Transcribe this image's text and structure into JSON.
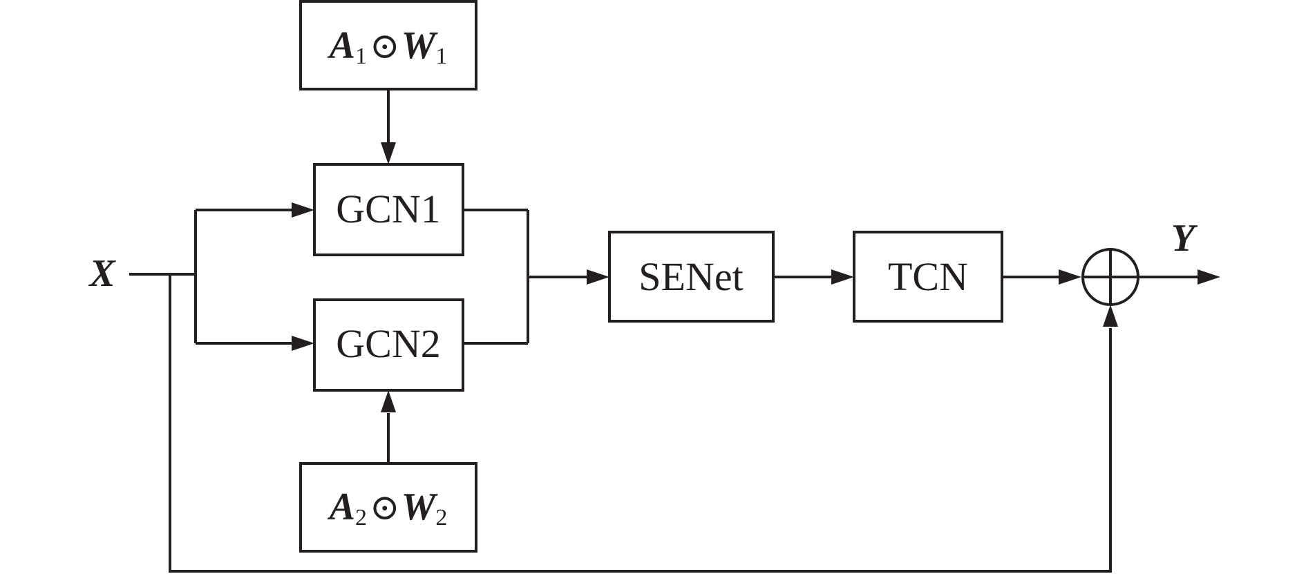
{
  "diagram": {
    "input": "X",
    "output": "Y",
    "blocks": {
      "a1w1": {
        "a": "A",
        "a_sub": "1",
        "op": "⊙",
        "w": "W",
        "w_sub": "1"
      },
      "a2w2": {
        "a": "A",
        "a_sub": "2",
        "op": "⊙",
        "w": "W",
        "w_sub": "2"
      },
      "gcn1": "GCN1",
      "gcn2": "GCN2",
      "senet": "SENet",
      "tcn": "TCN"
    },
    "sum_node": "⊕",
    "colors": {
      "line": "#231f20",
      "background": "#ffffff"
    }
  }
}
